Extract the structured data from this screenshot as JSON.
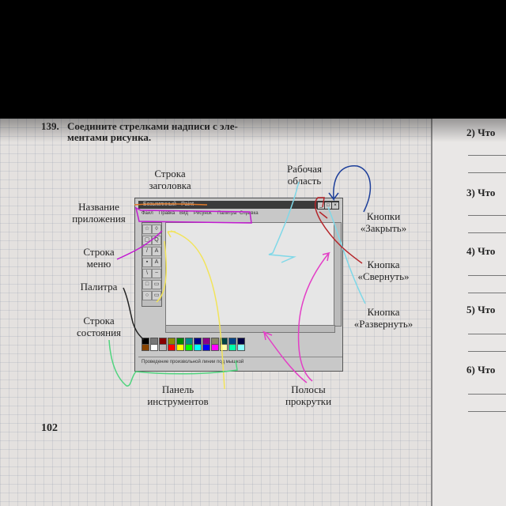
{
  "exercise": {
    "number": "139.",
    "line1": "Соедините стрелками надписи с эле-",
    "line2": "ментами рисунка."
  },
  "page_number": "102",
  "labels": {
    "title_bar": [
      "Строка",
      "заголовка"
    ],
    "app_name": [
      "Название",
      "приложения"
    ],
    "menu_bar": [
      "Строка",
      "меню"
    ],
    "palette": "Палитра",
    "status_bar": [
      "Строка",
      "состояния"
    ],
    "toolbar": [
      "Панель",
      "инструментов"
    ],
    "scrollbars": [
      "Полосы",
      "прокрутки"
    ],
    "work_area": [
      "Рабочая",
      "область"
    ],
    "close_button": [
      "Кнопки",
      "«Закрыть»"
    ],
    "minimize_button": [
      "Кнопка",
      "«Свернуть»"
    ],
    "maximize_button": [
      "Кнопка",
      "«Развернуть»"
    ]
  },
  "window": {
    "title": "Безымянный - Paint",
    "menu": [
      "Файл",
      "Правка",
      "Вид",
      "Рисунок",
      "Палитра",
      "Справка"
    ],
    "status": "Проведение произвольной линии под мышкой",
    "tool_glyphs": [
      "☆",
      "◊",
      "▢",
      "Q",
      "/",
      "A",
      "▪",
      "A",
      "\\",
      "~",
      "□",
      "▭",
      "○",
      "▭"
    ],
    "swatch_colors": [
      "#000",
      "#777",
      "#800",
      "#880",
      "#080",
      "#088",
      "#008",
      "#808",
      "#886",
      "#044",
      "#048",
      "#004",
      "#840",
      "#fff",
      "#bbb",
      "#f00",
      "#ff0",
      "#0f0",
      "#0ff",
      "#00f",
      "#f0f",
      "#ffa",
      "#0fa",
      "#8ff"
    ]
  },
  "right_page": {
    "questions": [
      "2) Что",
      "3) Что",
      "4) Что",
      "5) Что",
      "6) Что"
    ]
  },
  "annotation_colors": {
    "orange": "#e07b2b",
    "magenta": "#c21ad1",
    "yellow": "#f2e45a",
    "cyan": "#7fd8e8",
    "navy": "#1d3f9a",
    "red": "#b5252a",
    "green": "#4fd47e",
    "black": "#222222",
    "pink": "#e33fc6"
  }
}
